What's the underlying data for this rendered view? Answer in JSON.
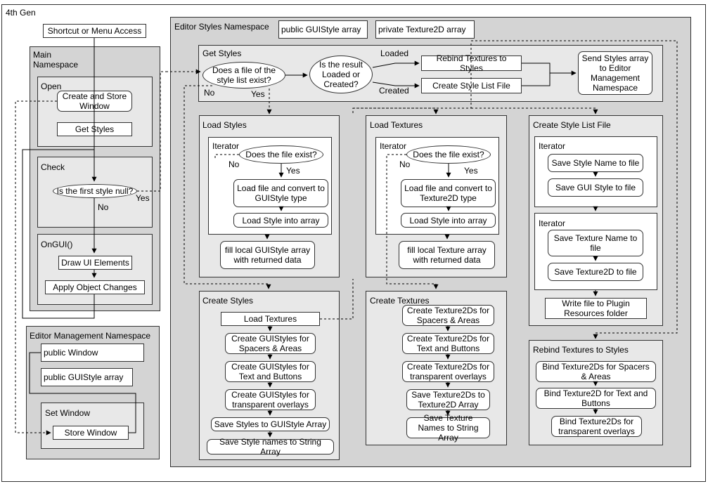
{
  "diagram": {
    "title": "4th Gen",
    "main": {
      "shortcut": "Shortcut or Menu Access",
      "title": "Main\nNamespace",
      "open": {
        "title": "Open",
        "create_store": "Create and Store Window",
        "get_styles": "Get Styles"
      },
      "check": {
        "title": "Check",
        "question": "Is the first style null?",
        "no": "No",
        "yes": "Yes"
      },
      "ongui": {
        "title": "OnGUI()",
        "draw": "Draw UI Elements",
        "apply": "Apply Object Changes"
      }
    },
    "mgmt": {
      "title": "Editor Management Namespace",
      "public_window": "public Window",
      "public_guistyle": "public GUIStyle array",
      "set_window": {
        "title": "Set Window",
        "store": "Store Window"
      }
    },
    "editor": {
      "title": "Editor Styles Namespace",
      "public_guistyle": "public GUIStyle array",
      "private_texture": "private Texture2D array",
      "get_styles": {
        "title": "Get Styles",
        "q1": "Does a file of the style list exist?",
        "q2": "Is the result Loaded or Created?",
        "no": "No",
        "yes": "Yes",
        "loaded": "Loaded",
        "created": "Created",
        "rebind": "Rebind Textures to Styles",
        "create_list": "Create Style List File",
        "send": "Send Styles array to Editor Management Namespace"
      },
      "load_styles": {
        "title": "Load Styles",
        "iterator": "Iterator",
        "q": "Does the file exist?",
        "no": "No",
        "yes": "Yes",
        "load_convert": "Load file and convert to GUIStyle type",
        "load_into": "Load Style into array",
        "fill": "fill local GUIStyle array with returned data"
      },
      "load_textures": {
        "title": "Load Textures",
        "iterator": "Iterator",
        "q": "Does the file exist?",
        "no": "No",
        "yes": "Yes",
        "load_convert": "Load file and convert to Texture2D type",
        "load_into": "Load Style into array",
        "fill": "fill local Texture array with returned data"
      },
      "create_list": {
        "title": "Create Style List File",
        "iter1": "Iterator",
        "save_name": "Save Style Name to file",
        "save_gui": "Save GUI Style to file",
        "iter2": "Iterator",
        "save_tex_name": "Save Texture Name to file",
        "save_tex": "Save Texture2D to file",
        "write": "Write file to Plugin Resources folder"
      },
      "create_styles": {
        "title": "Create Styles",
        "load_textures": "Load Textures",
        "c1": "Create GUIStyles for Spacers & Areas",
        "c2": "Create GUIStyles for Text and Buttons",
        "c3": "Create GUIStyles for transparent overlays",
        "save1": "Save Styles to GUIStyle Array",
        "save2": "Save Style names to String Array"
      },
      "create_textures": {
        "title": "Create Textures",
        "c1": "Create Texture2Ds for Spacers & Areas",
        "c2": "Create Texture2Ds for Text and Buttons",
        "c3": "Create Texture2Ds for transparent overlays",
        "save1": "Save Texture2Ds to Texture2D Array",
        "save2": "Save Texture Names to String Array"
      },
      "rebind": {
        "title": "Rebind Textures to Styles",
        "b1": "Bind Texture2Ds for Spacers & Areas",
        "b2": "Bind Texture2D for Text and Buttons",
        "b3": "Bind Texture2Ds for transparent overlays"
      }
    }
  }
}
